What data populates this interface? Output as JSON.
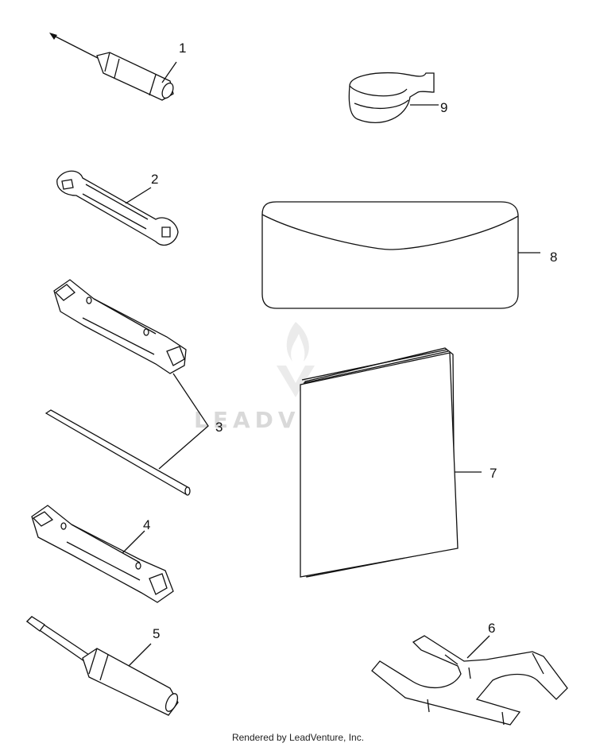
{
  "callouts": [
    "1",
    "2",
    "3",
    "4",
    "5",
    "6",
    "7",
    "8",
    "9"
  ],
  "watermark": "LEADVENTURE",
  "footer": "Rendered by LeadVenture, Inc."
}
